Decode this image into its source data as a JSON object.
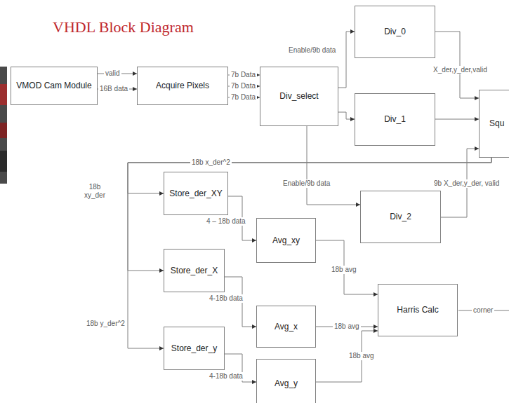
{
  "diagram": {
    "title": "VHDL Block Diagram",
    "nodes": [
      {
        "text": [
          "VMOD Cam Module"
        ]
      },
      {
        "text": [
          "Acquire Pixels"
        ]
      },
      {
        "text": [
          "Div_select"
        ]
      },
      {
        "text": [
          "Div_0"
        ]
      },
      {
        "text": [
          "Div_1"
        ]
      },
      {
        "text": [
          "Squ"
        ]
      },
      {
        "text": [
          "Div_2"
        ]
      },
      {
        "text": [
          "Store_der_XY"
        ]
      },
      {
        "text": [
          "Avg_xy"
        ]
      },
      {
        "text": [
          "Store_der_X"
        ]
      },
      {
        "text": [
          "Avg_x"
        ]
      },
      {
        "text": [
          "Harris Calc"
        ]
      },
      {
        "text": [
          "Store_der_y"
        ]
      },
      {
        "text": [
          "Avg_y"
        ]
      }
    ],
    "edges": [
      {
        "from": 0,
        "to": 1,
        "label": "valid",
        "arrow": "to"
      },
      {
        "from": 0,
        "to": 1,
        "label": "16B data",
        "arrow": "to"
      },
      {
        "from": 1,
        "to": 2,
        "label": "7b Data",
        "arrow": "to"
      },
      {
        "from": 1,
        "to": 2,
        "label": "7b Data",
        "arrow": "to"
      },
      {
        "from": 1,
        "to": 2,
        "label": "7b Data",
        "arrow": "to"
      },
      {
        "from": 2,
        "to": 3,
        "label": "Enable/9b data",
        "arrow": "to"
      },
      {
        "from": 2,
        "to": 4,
        "arrow": "to"
      },
      {
        "from": 2,
        "to": 6,
        "label": "Enable/9b data",
        "arrow": "to"
      },
      {
        "from": 3,
        "to": 5,
        "label": "X_der,y_der,valid",
        "arrow": "to"
      },
      {
        "from": 4,
        "to": 5,
        "arrow": "to"
      },
      {
        "from": 6,
        "to": 5,
        "label": "9b X_der,y_der, valid",
        "arrow": "to"
      },
      {
        "from": 5,
        "to": 7,
        "label": "18b xy_der",
        "arrow": "to"
      },
      {
        "from": 5,
        "to": 9,
        "label": "18b x_der^2",
        "arrow": "to"
      },
      {
        "from": 5,
        "to": 12,
        "label": "18b y_der^2",
        "arrow": "to"
      },
      {
        "from": 7,
        "to": 8,
        "label": "4 – 18b data",
        "arrow": "to"
      },
      {
        "from": 9,
        "to": 10,
        "label": "4-18b data",
        "arrow": "to"
      },
      {
        "from": 12,
        "to": 13,
        "label": "4-18b data",
        "arrow": "to"
      },
      {
        "from": 8,
        "to": 11,
        "label": "18b avg",
        "arrow": "to"
      },
      {
        "from": 10,
        "to": 11,
        "label": "18b avg",
        "arrow": "to"
      },
      {
        "from": 13,
        "to": 11,
        "label": "18b avg",
        "arrow": "to"
      }
    ],
    "labels": [
      "corner"
    ]
  }
}
